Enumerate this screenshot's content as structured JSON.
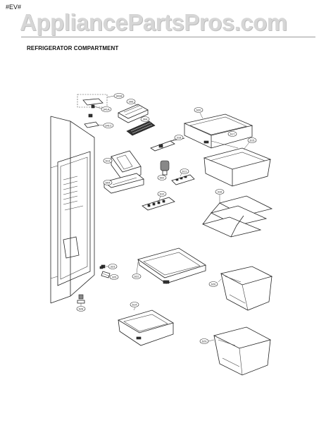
{
  "header": {
    "code": "#EV#",
    "watermark": "AppliancePartsPros.com",
    "section_title": "REFRIGERATOR COMPARTMENT"
  },
  "callouts": [
    {
      "id": "c-341b",
      "label": "341B"
    },
    {
      "id": "c-341a",
      "label": "341A"
    },
    {
      "id": "c-341c",
      "label": "341C"
    },
    {
      "id": "c-306",
      "label": "306"
    },
    {
      "id": "c-304",
      "label": "304"
    },
    {
      "id": "c-318",
      "label": "318"
    },
    {
      "id": "c-613",
      "label": "613"
    },
    {
      "id": "c-604",
      "label": "604"
    },
    {
      "id": "c-602",
      "label": "602"
    },
    {
      "id": "c-611",
      "label": "611"
    },
    {
      "id": "c-610",
      "label": "610"
    },
    {
      "id": "c-620",
      "label": "620"
    },
    {
      "id": "c-615",
      "label": "615"
    },
    {
      "id": "c-316",
      "label": "316"
    },
    {
      "id": "c-323",
      "label": "323"
    },
    {
      "id": "c-622",
      "label": "622"
    },
    {
      "id": "c-626",
      "label": "626"
    },
    {
      "id": "c-614",
      "label": "614"
    },
    {
      "id": "c-628",
      "label": "628"
    },
    {
      "id": "c-325",
      "label": "325"
    },
    {
      "id": "c-629",
      "label": "629"
    },
    {
      "id": "c-617",
      "label": "617"
    }
  ]
}
